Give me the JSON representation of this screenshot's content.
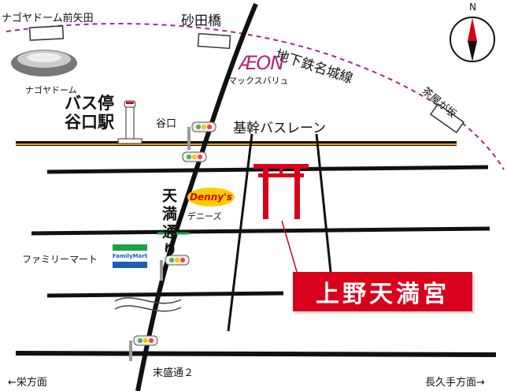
{
  "labels": {
    "nagoya_dome_mae_yada": "ナゴヤドーム前矢田",
    "sunadabashi": "砂田橋",
    "subway_line": "地下鉄名城線",
    "aeon_logo": "ÆON",
    "maxvalu": "マックスバリュ",
    "nagoya_dome": "ナゴヤドーム",
    "chayagasaka": "茶屋が坂",
    "bus_stop_line1": "バス停",
    "bus_stop_line2": "谷口駅",
    "taniguchi": "谷口",
    "bus_lane": "基幹バスレーン",
    "tenma_dori": "天満通り",
    "dennys_logo": "Denny's",
    "dennys": "デニーズ",
    "familymart_logo": "FamilyMart",
    "familymart": "ファミリーマート",
    "destination": "上野天満宮",
    "suemori_dori": "末盛通２",
    "sakae": "←栄方面",
    "nagakute": "長久手方面→"
  },
  "colors": {
    "road": "#111111",
    "bus_lane": "#f2a016",
    "subway": "#9b2c8a",
    "torii": "#d9001b",
    "destination_bg": "#d9001b",
    "aeon": "#b0237d",
    "dennys_bg": "#ffcc00",
    "familymart_green": "#1aa34a",
    "familymart_blue": "#1a5fb4"
  },
  "icons": [
    "compass-icon",
    "dome-icon",
    "bus-stop-icon",
    "traffic-light-icon",
    "torii-icon",
    "station-icon",
    "river-icon"
  ],
  "compass": {
    "north": "N"
  }
}
